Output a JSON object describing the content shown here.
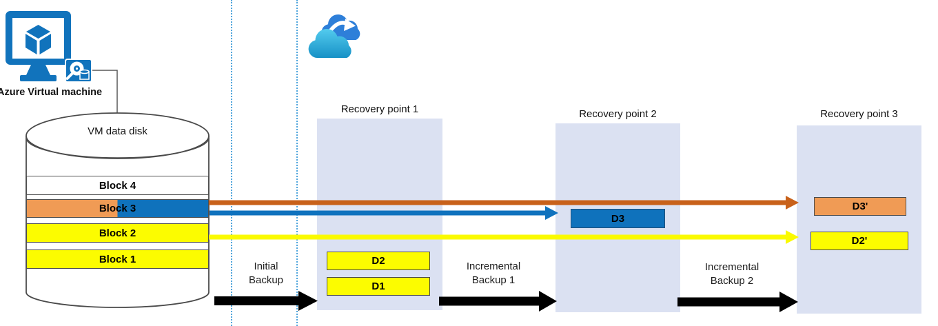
{
  "vm": {
    "label": "Azure Virtual machine"
  },
  "cloud": {
    "icon": "azure-backup-cloud-icon"
  },
  "disk": {
    "title": "VM data disk",
    "blocks": [
      {
        "label": "Block 4",
        "fill": "white"
      },
      {
        "label": "Block 3",
        "fill": "orange-blue-split"
      },
      {
        "label": "Block 2",
        "fill": "yellow"
      },
      {
        "label": "Block 1",
        "fill": "yellow"
      }
    ]
  },
  "recovery_points": [
    {
      "title": "Recovery point 1",
      "boxes": [
        {
          "label": "D2",
          "fill": "yellow"
        },
        {
          "label": "D1",
          "fill": "yellow"
        }
      ]
    },
    {
      "title": "Recovery point 2",
      "boxes": [
        {
          "label": "D3",
          "fill": "blue"
        }
      ]
    },
    {
      "title": "Recovery point 3",
      "boxes": [
        {
          "label": "D3'",
          "fill": "orange"
        },
        {
          "label": "D2'",
          "fill": "yellow"
        }
      ]
    }
  ],
  "backup_steps": [
    {
      "line1": "Initial",
      "line2": "Backup"
    },
    {
      "line1": "Incremental",
      "line2": "Backup 1"
    },
    {
      "line1": "Incremental",
      "line2": "Backup 2"
    }
  ],
  "transfer_arrows": [
    {
      "name": "block3-to-rp3",
      "color": "#c8611a"
    },
    {
      "name": "block3-to-rp2",
      "color": "#0f72be"
    },
    {
      "name": "block2-to-rp3",
      "color": "#fafa00"
    }
  ],
  "colors": {
    "azure_blue": "#1173bc",
    "block_orange": "#f09b55",
    "block_blue": "#0f72bc",
    "block_yellow": "#fcfc00",
    "arrow_orange": "#c8611a",
    "arrow_blue": "#0f72be",
    "arrow_yellow": "#fafa00",
    "arrow_black": "#000000",
    "recovery_panel": "#dbe1f2",
    "dotted_guide": "#4fa5dc"
  }
}
